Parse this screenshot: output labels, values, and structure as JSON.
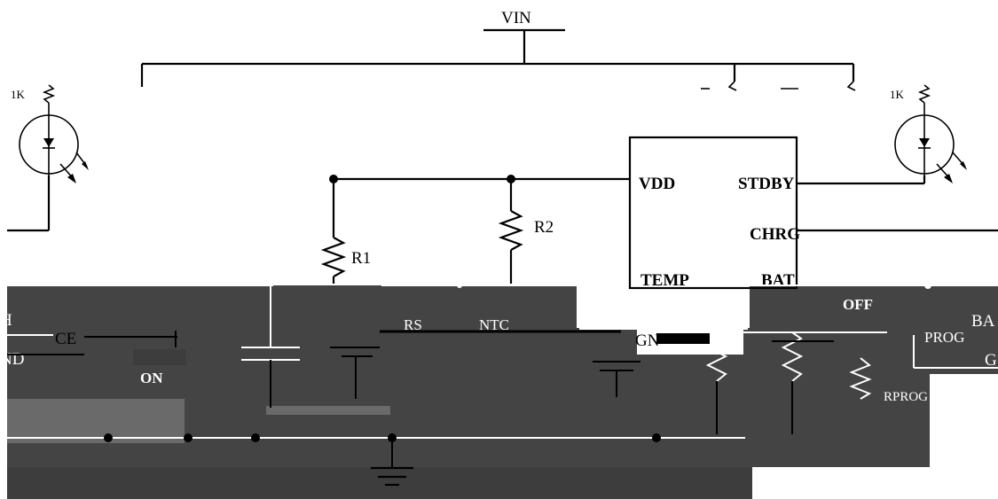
{
  "labels": {
    "vin": "VIN",
    "r_left_top": "1K",
    "r_right_top": "1K",
    "r1": "R1",
    "r2": "R2",
    "vdd": "VDD",
    "stdby": "STDBY",
    "chrg": "CHRG",
    "temp": "TEMP",
    "bat": "BAT",
    "ce": "CE",
    "gnd_left": "ND",
    "h_left": "H",
    "on": "ON",
    "off": "OFF",
    "rs": "RS",
    "ntc": "NTC",
    "gnd_ic": "GN",
    "prog": "PROG",
    "ba_right": "BA",
    "g_right": "G",
    "rprog": "RPROG"
  }
}
